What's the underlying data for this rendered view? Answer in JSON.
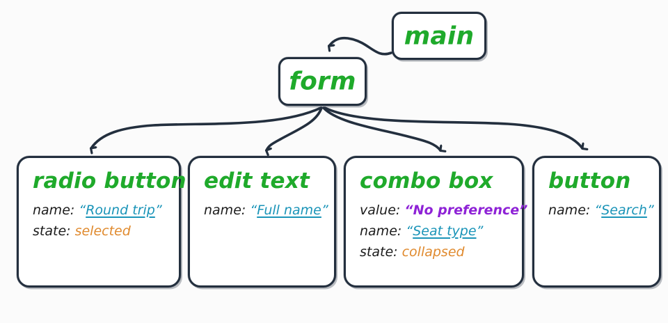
{
  "diagram": {
    "title": "accessibility-tree",
    "background": "#fbfbfb",
    "colors": {
      "node_border": "#232f3e",
      "node_fill": "#ffffff",
      "role_green": "#1faa2b",
      "label_black": "#1b1b1b",
      "name_teal": "#1a94b8",
      "value_purple": "#8e22d6",
      "state_orange": "#e08a2e",
      "edge": "#232f3e"
    }
  },
  "nodes": {
    "main": {
      "role": "main"
    },
    "form": {
      "role": "form"
    },
    "radio_button": {
      "role": "radio button",
      "props": [
        {
          "key": "name:",
          "value": "Round trip",
          "kind": "name"
        },
        {
          "key": "state:",
          "value": "selected",
          "kind": "state"
        }
      ]
    },
    "edit_text": {
      "role": "edit text",
      "props": [
        {
          "key": "name:",
          "value": "Full name",
          "kind": "name"
        }
      ]
    },
    "combo_box": {
      "role": "combo box",
      "props": [
        {
          "key": "value:",
          "value": "No preference",
          "kind": "value"
        },
        {
          "key": "name:",
          "value": "Seat type",
          "kind": "name"
        },
        {
          "key": "state:",
          "value": "collapsed",
          "kind": "state"
        }
      ]
    },
    "button": {
      "role": "button",
      "props": [
        {
          "key": "name:",
          "value": "Search",
          "kind": "name"
        }
      ]
    }
  },
  "edges": [
    {
      "from": "main",
      "to": "form"
    },
    {
      "from": "form",
      "to": "radio_button"
    },
    {
      "from": "form",
      "to": "edit_text"
    },
    {
      "from": "form",
      "to": "combo_box"
    },
    {
      "from": "form",
      "to": "button"
    }
  ],
  "quotes": {
    "open": "“",
    "close": "”"
  }
}
